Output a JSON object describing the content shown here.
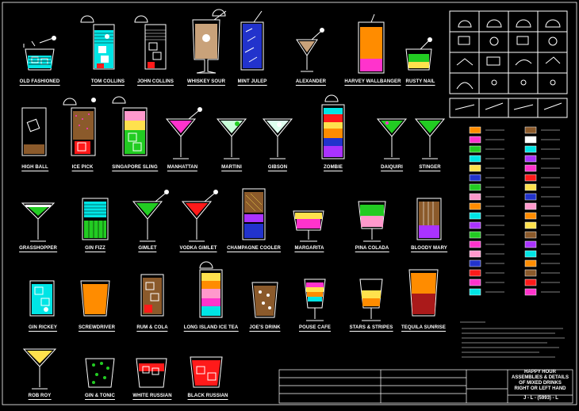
{
  "drawing": {
    "glasses": [
      {
        "label": "OLD FASHIONED"
      },
      {
        "label": "TOM COLLINS"
      },
      {
        "label": "JOHN COLLINS"
      },
      {
        "label": "WHISKEY SOUR"
      },
      {
        "label": "MINT JULEP"
      },
      {
        "label": "ALEXANDER"
      },
      {
        "label": "HARVEY WALLBANGER"
      },
      {
        "label": "RUSTY NAIL"
      },
      {
        "label": "HIGH BALL"
      },
      {
        "label": "ICE PICK"
      },
      {
        "label": "SINGAPORE SLING"
      },
      {
        "label": "MANHATTAN"
      },
      {
        "label": "MARTINI"
      },
      {
        "label": "GIBSON"
      },
      {
        "label": "ZOMBIE"
      },
      {
        "label": "DAIQUIRI"
      },
      {
        "label": "STINGER"
      },
      {
        "label": "GRASSHOPPER"
      },
      {
        "label": "GIN FIZZ"
      },
      {
        "label": "GIMLET"
      },
      {
        "label": "VODKA GIMLET"
      },
      {
        "label": "CHAMPAGNE COOLER"
      },
      {
        "label": "MARGARITA"
      },
      {
        "label": "PINA COLADA"
      },
      {
        "label": "BLOODY MARY"
      },
      {
        "label": "GIN RICKEY"
      },
      {
        "label": "SCREWDRIVER"
      },
      {
        "label": "RUM & COLA"
      },
      {
        "label": "LONG ISLAND ICE TEA"
      },
      {
        "label": "JOE'S DRINK"
      },
      {
        "label": "POUSE CAFE"
      },
      {
        "label": "STARS & STRIPES"
      },
      {
        "label": "TEQUILA SUNRISE"
      },
      {
        "label": "ROB ROY"
      },
      {
        "label": "GIN & TONIC"
      },
      {
        "label": "WHITE RUSSIAN"
      },
      {
        "label": "BLACK RUSSIAN"
      }
    ],
    "title_block": {
      "title_lines": [
        "HAPPY HOUR",
        "ASSEMBLIES & DETAILS",
        "OF MIXED DRINKS",
        "RIGHT OR LEFT HAND"
      ],
      "sheet_number": "J - L - (5993) - L"
    },
    "colors": {
      "background": "#000000",
      "linework": "#ffffff",
      "cyan": "#00e5e5",
      "orange": "#ff8c00",
      "red": "#ff1a1a",
      "green": "#22cc22",
      "magenta": "#ff33cc",
      "yellow": "#ffe14d",
      "blue": "#2233cc",
      "brown": "#8b5a2b",
      "pink": "#ff99cc",
      "purple": "#aa33ff"
    }
  }
}
